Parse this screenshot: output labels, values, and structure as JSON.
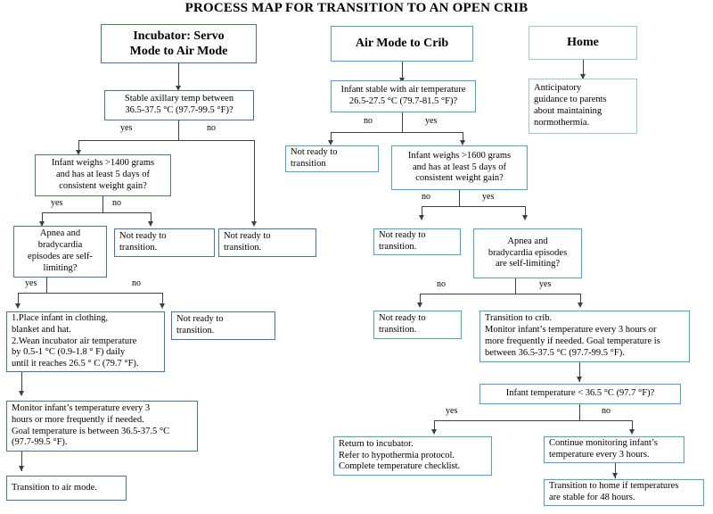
{
  "title": "PROCESS MAP FOR TRANSITION TO AN OPEN CRIB",
  "colors": {
    "border_dark_blue": "#4472b4",
    "border_bright_blue": "#42a5e8",
    "border_pale_blue": "#9fc5e0",
    "connector": "#3f3f3f",
    "background": "#ffffff",
    "text": "#000000"
  },
  "columns": {
    "left": {
      "header": "Incubator: Servo\nMode to Air Mode",
      "nodes": {
        "temp_check": "Stable axillary temp between\n36.5-37.5 °C (97.7-99.5 °F)?",
        "weight_check": "Infant weighs >1400 grams\nand has at least 5 days of\nconsistent weight gain?",
        "apnea_check": "Apnea and\nbradycardia\nepisodes are self-\nlimiting?",
        "not_ready_weight": "Not ready to\ntransition.",
        "not_ready_temp": "Not ready to\ntransition.",
        "not_ready_apnea": "Not ready to\ntransition.",
        "actions": "1.Place infant in clothing,\nblanket and hat.\n2.Wean incubator air temperature\nby 0.5-1 °C (0.9-1.8 ° F) daily\nuntil it reaches 26.5 ° C (79.7 °F).",
        "monitor": "Monitor infant’s temperature every 3\nhours or more frequently if needed.\nGoal temperature is between 36.5-37.5 °C\n(97.7-99.5 °F).",
        "final": "Transition to air mode."
      },
      "labels": {
        "temp_yes": "yes",
        "temp_no": "no",
        "weight_yes": "yes",
        "weight_no": "no",
        "apnea_yes": "yes",
        "apnea_no": "no"
      }
    },
    "middle": {
      "header": "Air Mode to Crib",
      "nodes": {
        "stable_check": "Infant stable with air temperature\n26.5-27.5 °C (79.7-81.5 °F)?",
        "not_ready_stable": "Not ready to\ntransition",
        "weight_check": "Infant weighs >1600 grams\nand has at least 5 days of\nconsistent weight gain?",
        "not_ready_weight": "Not ready to\ntransition.",
        "apnea_check": "Apnea and\nbradycardia episodes\nare self-limiting?",
        "not_ready_apnea": "Not ready to\ntransition.",
        "transition_crib": "Transition to crib.\nMonitor infant’s temperature every 3 hours or\nmore frequently if needed. Goal temperature is\nbetween 36.5-37.5 °C (97.7-99.5 °F).",
        "temp_check": "Infant temperature < 36.5 °C (97.7 °F)?",
        "return_incubator": "Return to incubator.\nRefer to hypothermia protocol.\nComplete temperature checklist.",
        "continue_monitoring": "Continue monitoring infant’s\ntemperature every 3 hours.",
        "transition_home": "Transition to home if temperatures\nare stable for 48 hours."
      },
      "labels": {
        "stable_no": "no",
        "stable_yes": "yes",
        "weight_no": "no",
        "weight_yes": "yes",
        "apnea_no": "no",
        "apnea_yes": "yes",
        "temp_yes": "yes",
        "temp_no": "no"
      }
    },
    "right": {
      "header": "Home",
      "nodes": {
        "guidance": "Anticipatory\nguidance to parents\nabout maintaining\nnormothermia."
      }
    }
  }
}
